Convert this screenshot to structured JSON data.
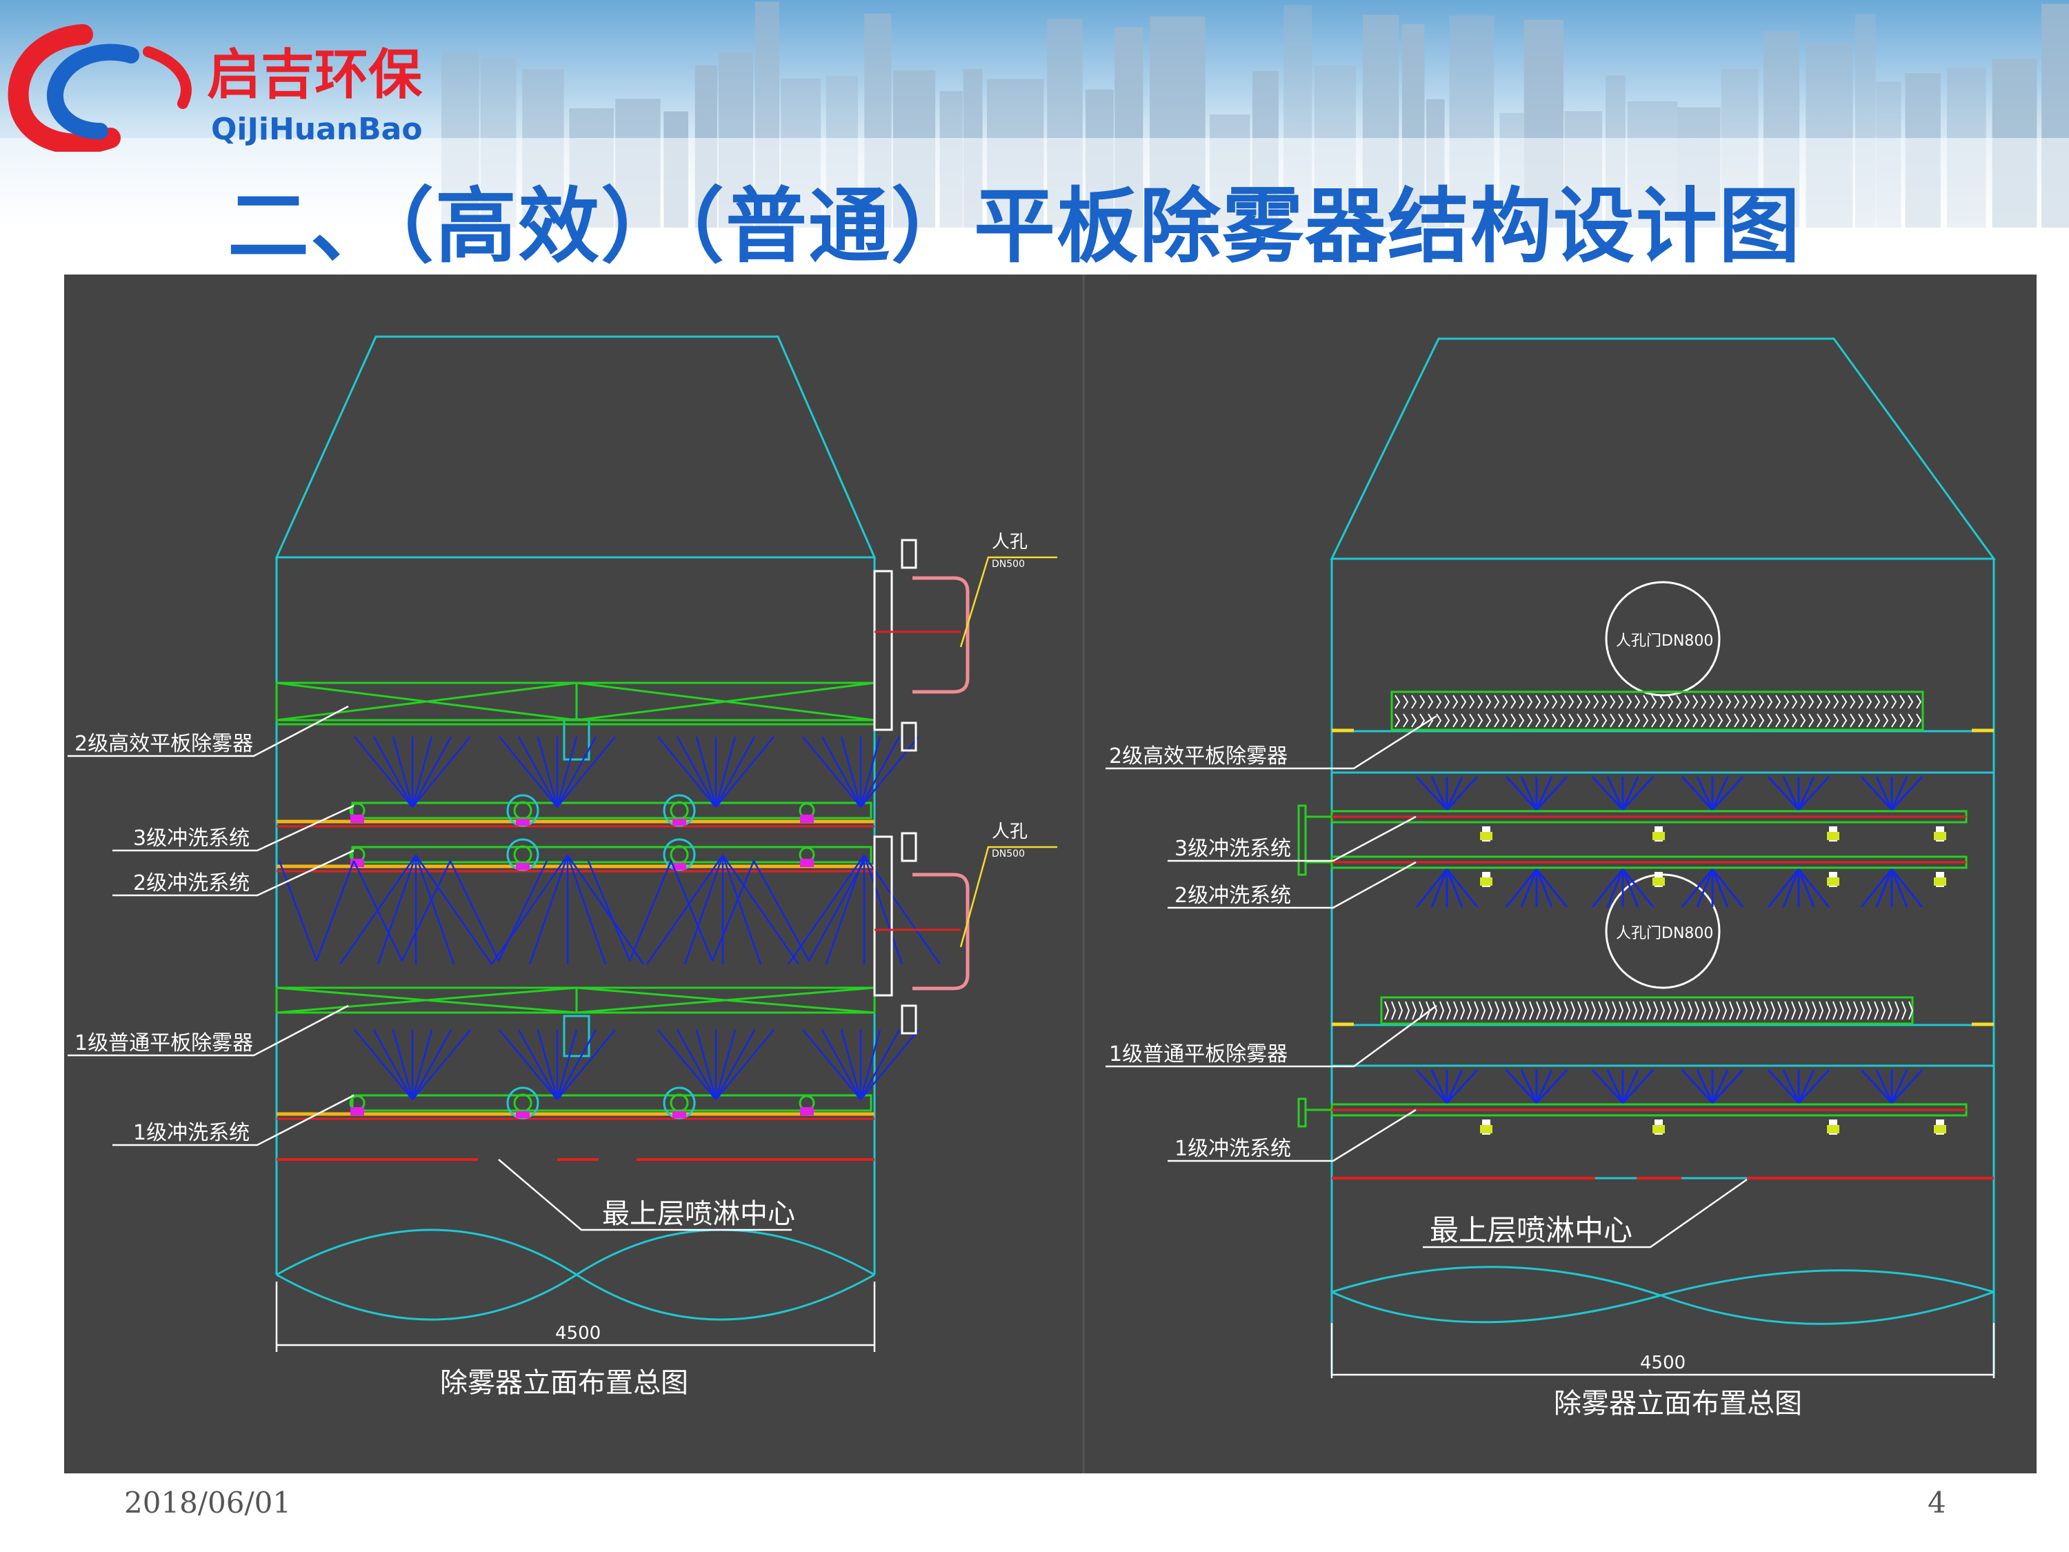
{
  "brand": {
    "name_cn": "启吉环保",
    "name_en": "QiJiHuanBao",
    "colors": {
      "red": "#e8202a",
      "blue": "#1a63c8"
    }
  },
  "slide": {
    "title": "二、（高效）（普通）平板除雾器结构设计图",
    "date": "2018/06/01",
    "page": "4"
  },
  "left_drawing": {
    "manhole_top": "人孔",
    "manhole_top_size": "DN500",
    "manhole_mid": "人孔",
    "manhole_mid_size": "DN500",
    "label_demister_2": "2级高效平板除雾器",
    "label_wash_3": "3级冲洗系统",
    "label_wash_2": "2级冲洗系统",
    "label_demister_1": "1级普通平板除雾器",
    "label_wash_1": "1级冲洗系统",
    "label_spray_top": "最上层喷淋中心",
    "dimension": "4500",
    "caption": "除雾器立面布置总图"
  },
  "right_drawing": {
    "manhole_upper": "人孔门DN800",
    "manhole_lower": "人孔门DN800",
    "label_demister_2": "2级高效平板除雾器",
    "label_wash_3": "3级冲洗系统",
    "label_wash_2": "2级冲洗系统",
    "label_demister_1": "1级普通平板除雾器",
    "label_wash_1": "1级冲洗系统",
    "label_spray_top": "最上层喷淋中心",
    "dimension": "4500",
    "caption": "除雾器立面布置总图"
  },
  "cad_colors": {
    "shell": "#1ec8d2",
    "demister": "#23d21e",
    "spray": "#1428e6",
    "pipe": "#e61e1e",
    "beam": "#f5b414",
    "node": "#e61ee6",
    "leader": "#ffffff",
    "manhole_pipe": "#f08c96"
  }
}
